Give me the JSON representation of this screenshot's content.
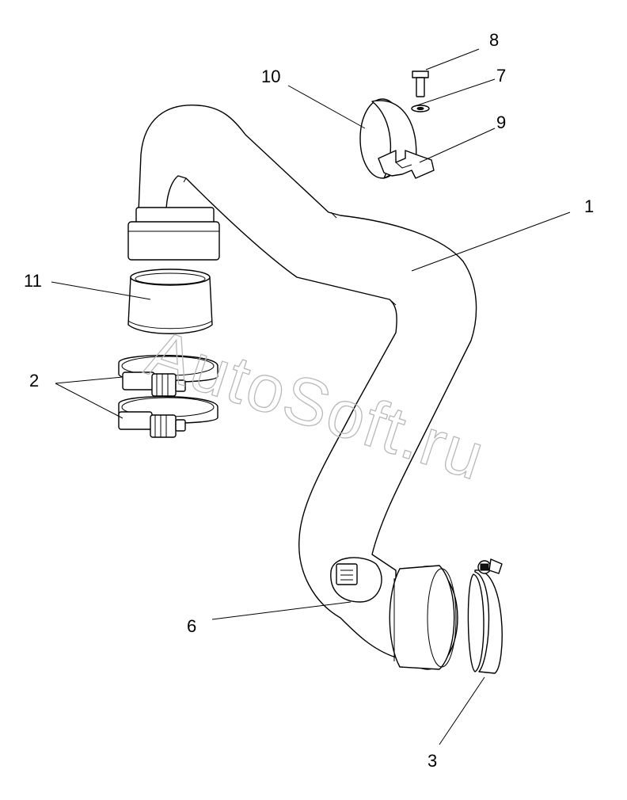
{
  "callouts": [
    {
      "id": "1",
      "text": "1"
    },
    {
      "id": "2",
      "text": "2"
    },
    {
      "id": "3",
      "text": "3"
    },
    {
      "id": "6",
      "text": "6"
    },
    {
      "id": "7",
      "text": "7"
    },
    {
      "id": "8",
      "text": "8"
    },
    {
      "id": "9",
      "text": "9"
    },
    {
      "id": "10",
      "text": "10"
    },
    {
      "id": "11",
      "text": "11"
    }
  ],
  "watermark": "AutoSoft.ru",
  "colors": {
    "line": "#000000",
    "background": "#ffffff",
    "watermark": "#b8b8b8"
  }
}
